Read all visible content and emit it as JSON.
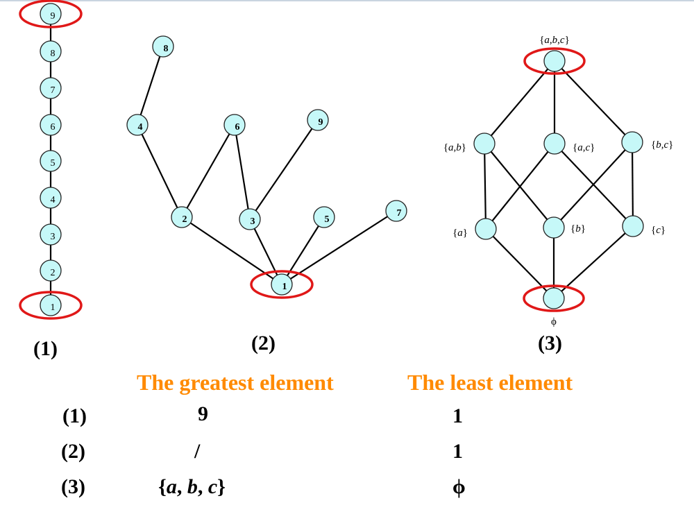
{
  "diagrams": [
    {
      "caption": "(1)",
      "nodes": [
        {
          "id": "9",
          "label": "9",
          "highlighted": true
        },
        {
          "id": "8",
          "label": "8"
        },
        {
          "id": "7",
          "label": "7"
        },
        {
          "id": "6",
          "label": "6"
        },
        {
          "id": "5",
          "label": "5"
        },
        {
          "id": "4",
          "label": "4"
        },
        {
          "id": "3",
          "label": "3"
        },
        {
          "id": "2",
          "label": "2"
        },
        {
          "id": "1",
          "label": "1",
          "highlighted": true
        }
      ],
      "edges": [
        [
          "9",
          "8"
        ],
        [
          "8",
          "7"
        ],
        [
          "7",
          "6"
        ],
        [
          "6",
          "5"
        ],
        [
          "5",
          "4"
        ],
        [
          "4",
          "3"
        ],
        [
          "3",
          "2"
        ],
        [
          "2",
          "1"
        ]
      ]
    },
    {
      "caption": "(2)",
      "nodes": [
        {
          "id": "8",
          "label": "8"
        },
        {
          "id": "4",
          "label": "4"
        },
        {
          "id": "6",
          "label": "6"
        },
        {
          "id": "9",
          "label": "9"
        },
        {
          "id": "2",
          "label": "2"
        },
        {
          "id": "3",
          "label": "3"
        },
        {
          "id": "5",
          "label": "5"
        },
        {
          "id": "7",
          "label": "7"
        },
        {
          "id": "1",
          "label": "1",
          "highlighted": true
        }
      ],
      "edges": [
        [
          "8",
          "4"
        ],
        [
          "4",
          "2"
        ],
        [
          "6",
          "2"
        ],
        [
          "6",
          "3"
        ],
        [
          "9",
          "3"
        ],
        [
          "2",
          "1"
        ],
        [
          "3",
          "1"
        ],
        [
          "5",
          "1"
        ],
        [
          "7",
          "1"
        ]
      ]
    },
    {
      "caption": "(3)",
      "nodes": [
        {
          "id": "abc",
          "label": "{a,b,c}",
          "highlighted": true
        },
        {
          "id": "ab",
          "label": "{a,b}"
        },
        {
          "id": "ac",
          "label": "{a,c}"
        },
        {
          "id": "bc",
          "label": "{b,c}"
        },
        {
          "id": "a",
          "label": "{a}"
        },
        {
          "id": "b",
          "label": "{b}"
        },
        {
          "id": "c",
          "label": "{c}"
        },
        {
          "id": "empty",
          "label": "ϕ",
          "highlighted": true
        }
      ],
      "edges": [
        [
          "abc",
          "ab"
        ],
        [
          "abc",
          "ac"
        ],
        [
          "abc",
          "bc"
        ],
        [
          "ab",
          "a"
        ],
        [
          "ab",
          "b"
        ],
        [
          "ac",
          "a"
        ],
        [
          "ac",
          "c"
        ],
        [
          "bc",
          "b"
        ],
        [
          "bc",
          "c"
        ],
        [
          "a",
          "empty"
        ],
        [
          "b",
          "empty"
        ],
        [
          "c",
          "empty"
        ]
      ]
    }
  ],
  "table": {
    "headers": {
      "greatest": "The greatest element",
      "least": "The least element"
    },
    "rows": [
      {
        "label": "(1)",
        "greatest": "9",
        "least": "1"
      },
      {
        "label": "(2)",
        "greatest": "/",
        "least": "1"
      },
      {
        "label": "(3)",
        "greatest": "{a, b, c}",
        "least": "ϕ"
      }
    ]
  },
  "colors": {
    "node_fill": "#c6f8f8",
    "highlight_ring": "#e01818",
    "header_text": "#ff8a00"
  }
}
